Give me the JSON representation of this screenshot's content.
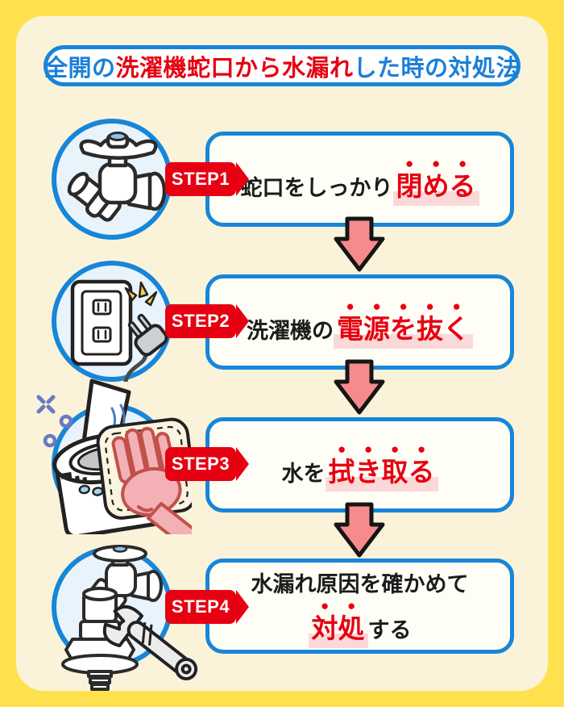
{
  "colors": {
    "background_yellow": "#FFE14E",
    "panel_cream": "#FBF3D9",
    "accent_blue": "#1686D9",
    "accent_red": "#E60012",
    "highlight_pink": "#FBD9D9",
    "arrow_pink": "#F78B8B",
    "circle_fill": "#E9F3FC"
  },
  "title": {
    "blue1": "全開の",
    "red": "洗濯機蛇口から水漏れ",
    "blue2": "した時の対処法"
  },
  "steps": [
    {
      "badge": "STEP1",
      "icon": "faucet-icon",
      "normal": "蛇口をしっかり",
      "emphasis": "閉める"
    },
    {
      "badge": "STEP2",
      "icon": "outlet-plug-icon",
      "normal": "洗濯機の",
      "emphasis": "電源を抜く"
    },
    {
      "badge": "STEP3",
      "icon": "wipe-washing-machine-icon",
      "normal": "水を",
      "emphasis": "拭き取る"
    },
    {
      "badge": "STEP4",
      "icon": "wrench-faucet-icon",
      "line1": "水漏れ原因を確かめて",
      "emphasis": "対処",
      "suffix": "する"
    }
  ]
}
